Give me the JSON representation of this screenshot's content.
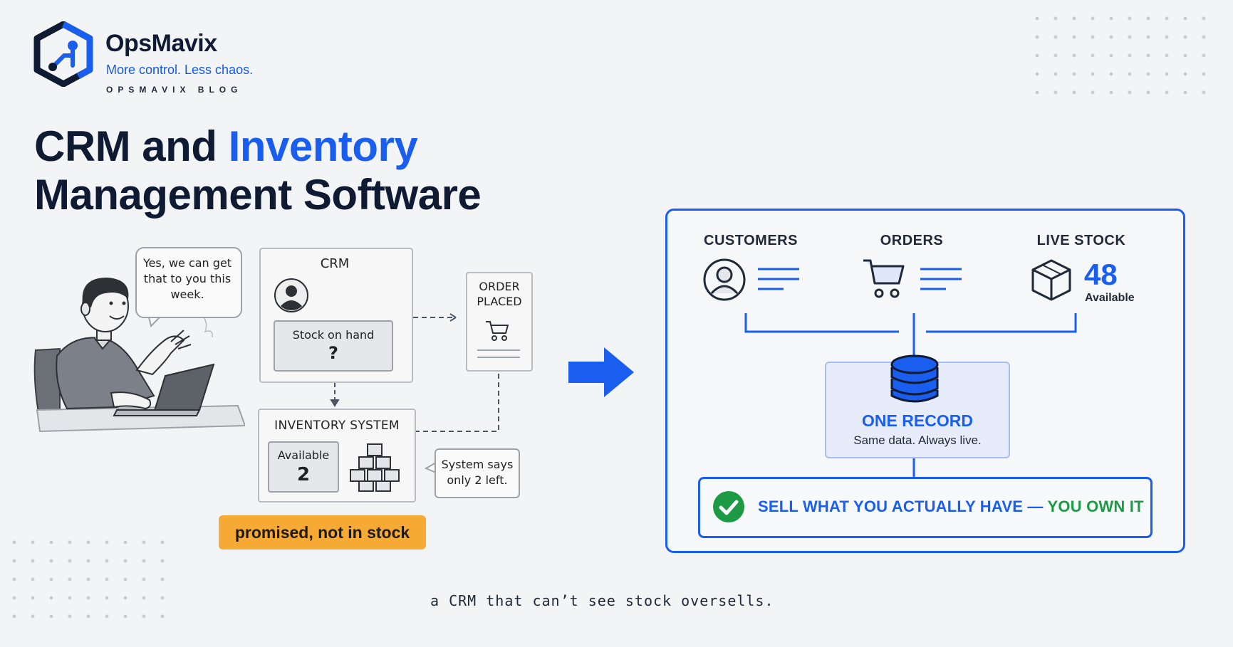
{
  "brand": {
    "name": "OpsMavix",
    "tagline": "More control. Less chaos.",
    "section": "OPSMAVIX BLOG"
  },
  "headline": {
    "line1_part1": "CRM and ",
    "line1_highlight": "Inventory",
    "line2": "Management Software"
  },
  "before": {
    "speech": "Yes, we can get that to you this week.",
    "crm_title": "CRM",
    "stock_label": "Stock on hand",
    "stock_value": "?",
    "order_label": "ORDER PLACED",
    "inventory_title": "INVENTORY SYSTEM",
    "available_label": "Available",
    "available_value": "2",
    "system_note": "System says only 2 left.",
    "warning": "promised, not in stock"
  },
  "after": {
    "customers": "CUSTOMERS",
    "orders": "ORDERS",
    "live_stock": "LIVE STOCK",
    "stock_number": "48",
    "stock_available": "Available",
    "record_title": "ONE RECORD",
    "record_subtitle": "Same data. Always live.",
    "sell_part1": "SELL WHAT YOU ACTUALLY HAVE — ",
    "sell_part2": "YOU OWN IT"
  },
  "caption": "a CRM that can’t see stock oversells.",
  "colors": {
    "blue": "#1a5ef0",
    "green": "#1d9b44",
    "orange": "#f6a935",
    "navy": "#0f1a33"
  }
}
